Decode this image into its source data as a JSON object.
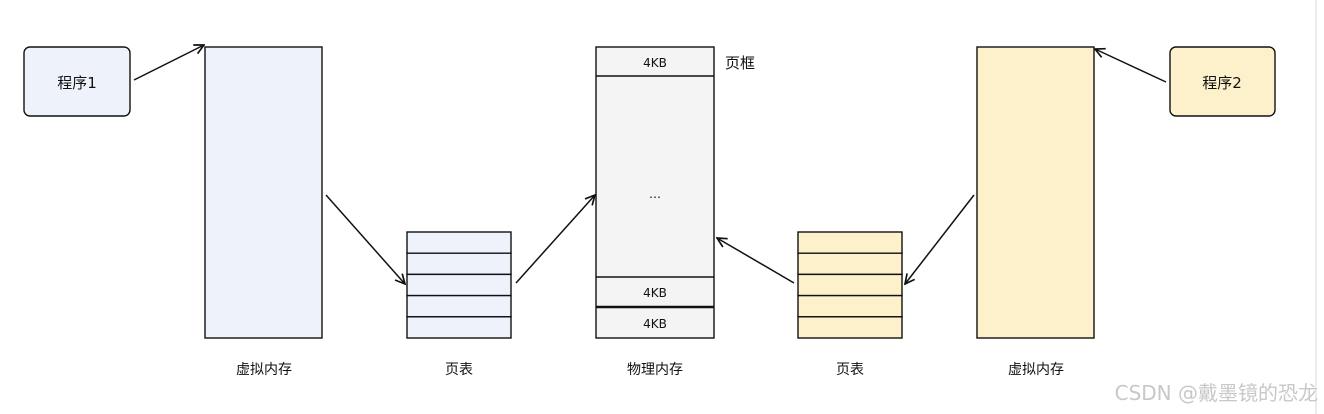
{
  "program1": {
    "label": "程序1",
    "fill": "#eef3fb"
  },
  "program2": {
    "label": "程序2",
    "fill": "#fdf1cb"
  },
  "virtual_memory_left": {
    "label": "虚拟内存",
    "fill": "#eef3fb"
  },
  "virtual_memory_right": {
    "label": "虚拟内存",
    "fill": "#fdf1cb"
  },
  "page_table_left": {
    "label": "页表",
    "fill": "#eef3fb",
    "rows": 5
  },
  "page_table_right": {
    "label": "页表",
    "fill": "#fdf1cb",
    "rows": 5
  },
  "physical_memory": {
    "label": "物理内存",
    "fill": "#f4f4f4",
    "top_frame": "4KB",
    "ellipsis": "…",
    "bottom_frame_1": "4KB",
    "bottom_frame_2": "4KB"
  },
  "frame_label": "页框",
  "watermark": "CSDN @戴墨镜的恐龙"
}
